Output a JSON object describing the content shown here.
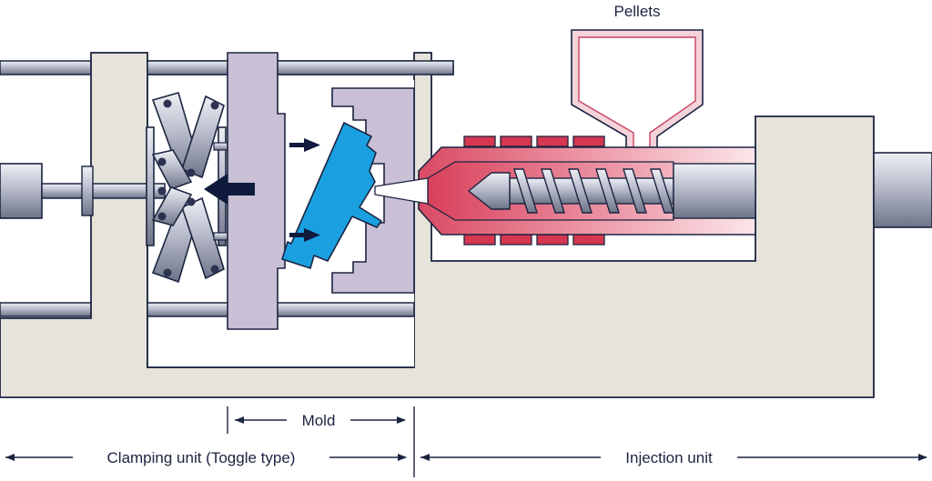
{
  "labels": {
    "pellets": "Pellets",
    "mold": "Mold",
    "clamping_unit": "Clamping unit (Toggle type)",
    "injection_unit": "Injection unit"
  },
  "colors": {
    "outline": "#1b2440",
    "frame": "#e6e3db",
    "mold_plate": "#c9c0d6",
    "part_blue": "#1aa0e0",
    "plastic_red": "#d94a64",
    "heater_red": "#d6364f",
    "steel": "#b8bccb",
    "arrow": "#0f1a3d"
  },
  "icons": {
    "motion_arrows": "arrow-right-icon",
    "opening_arrow": "arrow-left-icon"
  }
}
